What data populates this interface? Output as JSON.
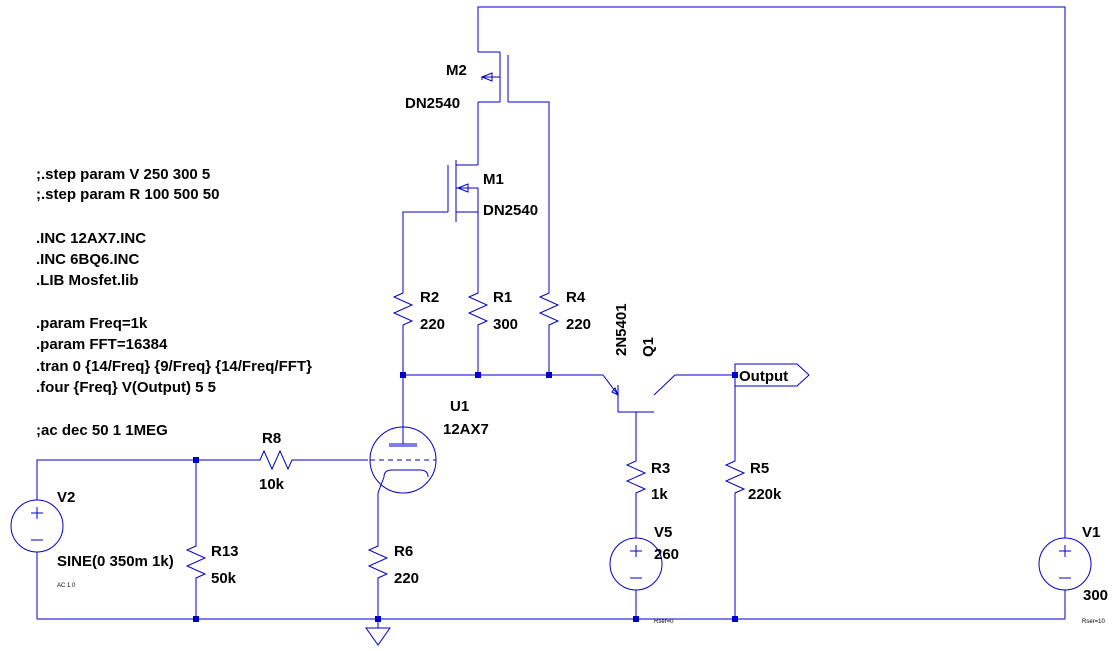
{
  "schematic": {
    "directives": [
      ";.step param V 250 300 5",
      ";.step param R 100 500 50",
      "",
      ".INC 12AX7.INC",
      ".INC 6BQ6.INC",
      ".LIB Mosfet.lib",
      "",
      ".param Freq=1k",
      ".param FFT=16384",
      ".tran 0 {14/Freq} {9/Freq} {14/Freq/FFT}",
      ".four {Freq} V(Output) 5 5",
      "",
      ";ac dec 50 1 1MEG"
    ],
    "components": {
      "M2": {
        "name": "M2",
        "value": "DN2540"
      },
      "M1": {
        "name": "M1",
        "value": "DN2540"
      },
      "R1": {
        "name": "R1",
        "value": "300"
      },
      "R2": {
        "name": "R2",
        "value": "220"
      },
      "R3": {
        "name": "R3",
        "value": "1k"
      },
      "R4": {
        "name": "R4",
        "value": "220"
      },
      "R5": {
        "name": "R5",
        "value": "220k"
      },
      "R6": {
        "name": "R6",
        "value": "220"
      },
      "R8": {
        "name": "R8",
        "value": "10k"
      },
      "R13": {
        "name": "R13",
        "value": "50k"
      },
      "U1": {
        "name": "U1",
        "value": "12AX7"
      },
      "Q1": {
        "name": "Q1",
        "value": "2N5401"
      },
      "V1": {
        "name": "V1",
        "value": "300",
        "extra": "Rser=10"
      },
      "V2": {
        "name": "V2",
        "value": "SINE(0 350m 1k)",
        "extra": "AC 1 0"
      },
      "V5": {
        "name": "V5",
        "value": "260",
        "extra": "Rser=0"
      }
    },
    "net_label": "Output",
    "colors": {
      "wire": "#0000c8",
      "junction": "#0000c8",
      "text": "#000000",
      "background": "#ffffff"
    }
  }
}
